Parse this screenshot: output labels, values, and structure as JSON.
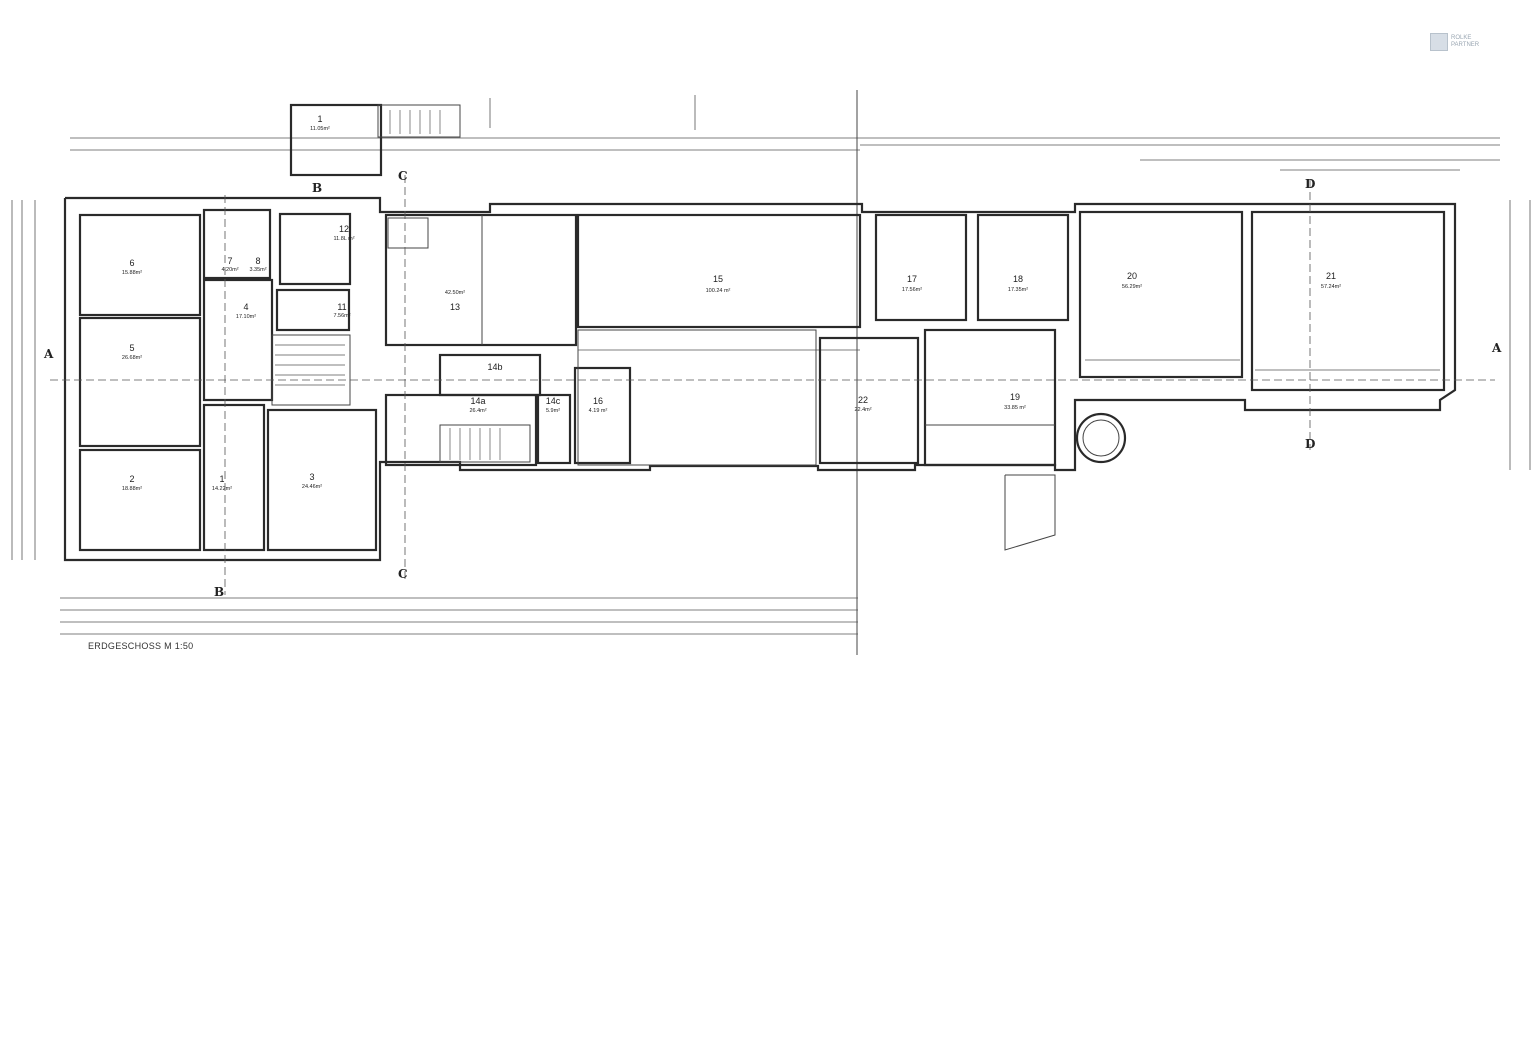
{
  "plan_title": "ERDGESCHOSS   M 1:50",
  "logo": {
    "line1": "ROLKE",
    "line2": "PARTNER"
  },
  "section_markers": {
    "a_left": "A",
    "a_right": "A",
    "b_top": "B",
    "b_bottom": "B",
    "c_top": "C",
    "c_bottom": "C",
    "d_top": "D",
    "d_bottom": "D"
  },
  "rooms": {
    "r1_top": {
      "num": "1",
      "area": "11.05m²"
    },
    "r1": {
      "num": "1",
      "area": "14.22m²"
    },
    "r2": {
      "num": "2",
      "area": "18.88m²"
    },
    "r3": {
      "num": "3",
      "area": "24.46m²"
    },
    "r4": {
      "num": "4",
      "area": "17.10m²"
    },
    "r5": {
      "num": "5",
      "area": "26.68m²"
    },
    "r6": {
      "num": "6",
      "area": "15.88m²"
    },
    "r7": {
      "num": "7",
      "area": "4.20m²"
    },
    "r8": {
      "num": "8",
      "area": "3.35m²"
    },
    "r11": {
      "num": "11",
      "area": "7.56m²"
    },
    "r12": {
      "num": "12",
      "area": "11.8L m²"
    },
    "r13": {
      "num": "13",
      "area": "42.50m²"
    },
    "r14a": {
      "num": "14a",
      "area": "26.4m²"
    },
    "r14b": {
      "num": "14b",
      "area": ""
    },
    "r14c": {
      "num": "14c",
      "area": "5.9m²"
    },
    "r15": {
      "num": "15",
      "area": "100.24 m²"
    },
    "r16": {
      "num": "16",
      "area": "4.19 m²"
    },
    "r17": {
      "num": "17",
      "area": "17.56m²"
    },
    "r18": {
      "num": "18",
      "area": "17.35m²"
    },
    "r19": {
      "num": "19",
      "area": "33.85 m²"
    },
    "r20": {
      "num": "20",
      "area": "56.29m²"
    },
    "r21": {
      "num": "21",
      "area": "57.24m²"
    },
    "r22": {
      "num": "22",
      "area": "22.4m²"
    }
  }
}
